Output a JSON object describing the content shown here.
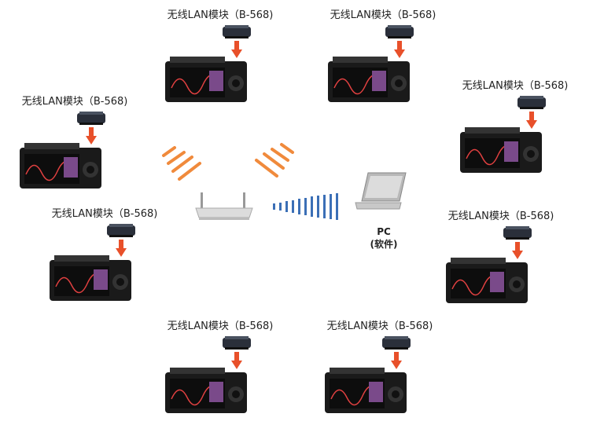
{
  "nodes": [
    {
      "label": "无线LAN模块（B-568)"
    },
    {
      "label": "无线LAN模块（B-568)"
    },
    {
      "label": "无线LAN模块（B-568)"
    },
    {
      "label": "无线LAN模块（B-568)"
    },
    {
      "label": "无线LAN模块（B-568)"
    },
    {
      "label": "无线LAN模块（B-568)"
    },
    {
      "label": "无线LAN模块（B-568)"
    },
    {
      "label": "无线LAN模块（B-568)"
    }
  ],
  "pc": {
    "line1": "PC",
    "line2": "(软件)"
  },
  "colors": {
    "arrow": "#e8502a",
    "waves": "#f08a3c",
    "signal": "#3b6fb6",
    "device": "#1a1a1a"
  }
}
